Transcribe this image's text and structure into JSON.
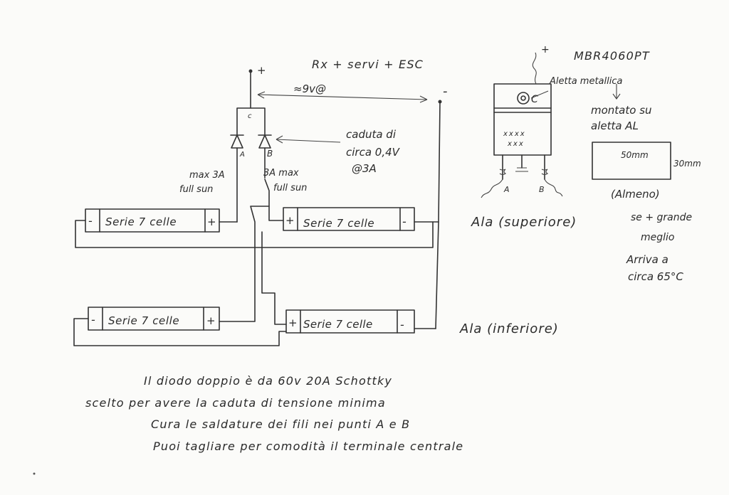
{
  "circuit": {
    "load_label": "Rx + servi + ESC",
    "voltage_label": "≈9v@",
    "plus_sign": "+",
    "minus_sign": "-",
    "node_c": "c",
    "node_a": "A",
    "node_b": "B",
    "drop_line1": "caduta di",
    "drop_line2": "circa 0,4V",
    "drop_line3": "@3A",
    "left_max_line1": "max 3A",
    "left_max_line2": "full sun",
    "right_max_line1": "3A max",
    "right_max_line2": "full sun",
    "panel_label": "Serie 7 celle",
    "wing_upper": "Ala (superiore)",
    "wing_lower": "Ala (inferiore)"
  },
  "component": {
    "part_number": "MBR4060PT",
    "tab_label": "Aletta metallica",
    "arrow_down": "↓",
    "mount_line1": "montato su",
    "mount_line2": "aletta AL",
    "pin_c": "C",
    "marks1": "xxxx",
    "marks2": "xxx",
    "pin_a": "A",
    "pin_b": "B",
    "plate_width": "50mm",
    "plate_height": "30mm",
    "minimum": "(Almeno)",
    "bigger_line1": "se + grande",
    "bigger_line2": "meglio",
    "temp_line1": "Arriva a",
    "temp_line2": "circa 65°C"
  },
  "notes": {
    "line1": "Il diodo doppio è da 60v 20A Schottky",
    "line2": "scelto per avere la caduta di tensione minima",
    "line3": "Cura le saldature dei fili nei punti A e B",
    "line4": "Puoi tagliare per comodità il terminale centrale"
  }
}
